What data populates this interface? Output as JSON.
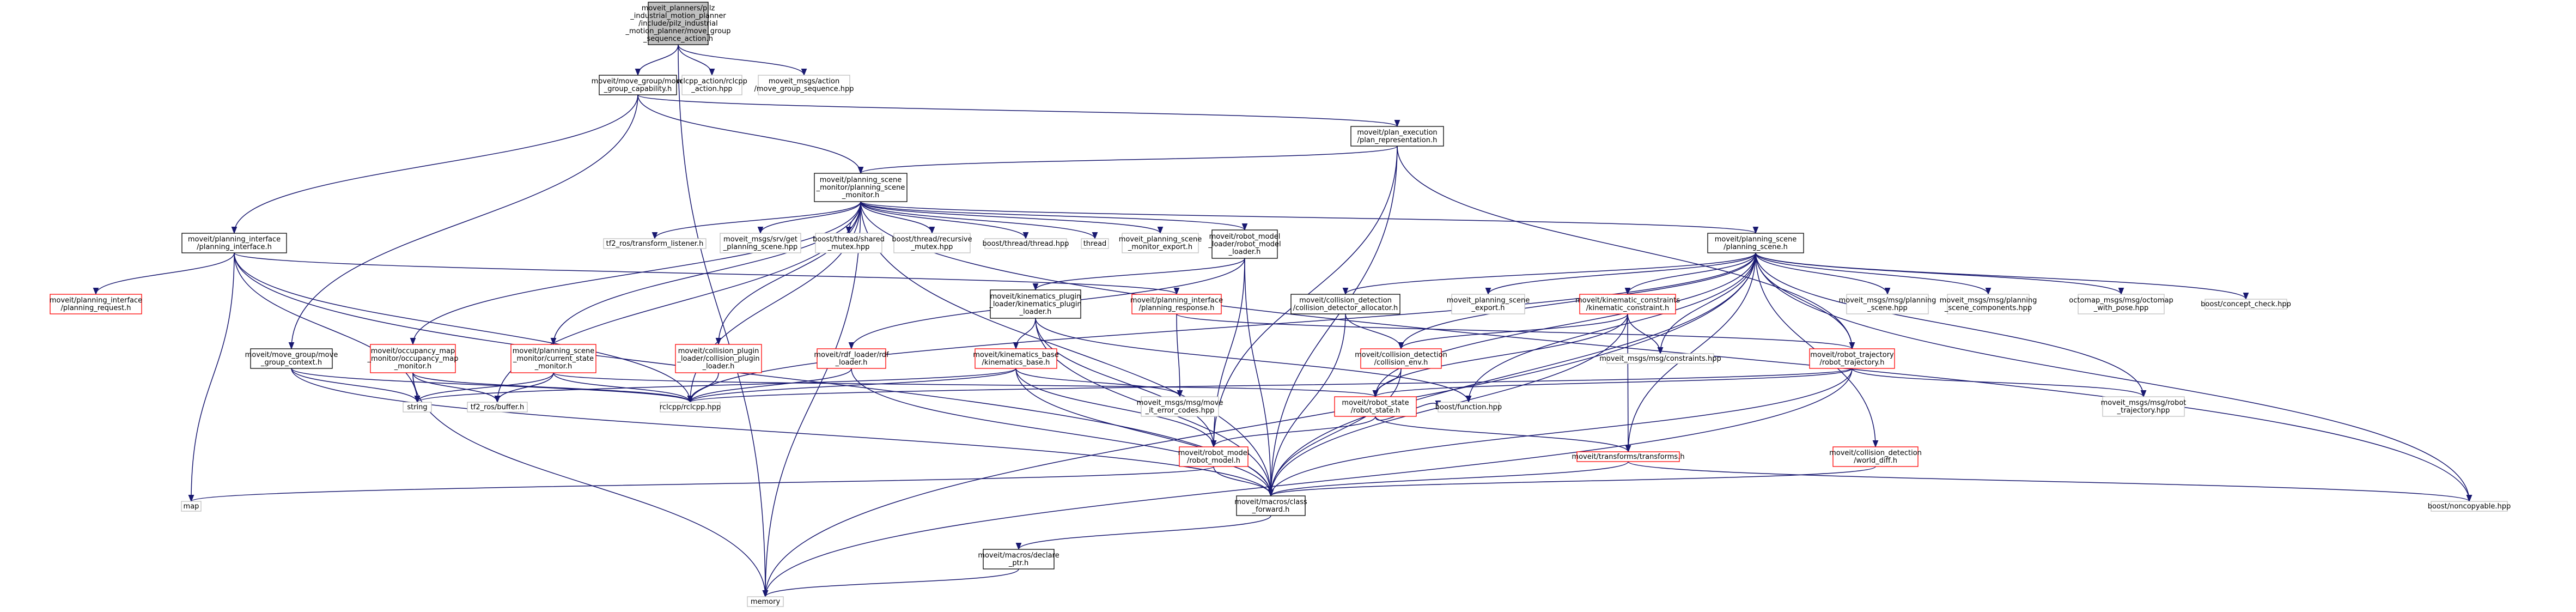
{
  "colors": {
    "edge": "#191970",
    "border_normal": "#000000",
    "border_missing": "#bfbfbf",
    "border_truncated": "#ff0000",
    "root_fill": "#bfbfbf",
    "fill": "#ffffff",
    "text": "#000000"
  },
  "nodes": [
    {
      "id": "root",
      "lines": [
        "moveit_planners/pilz",
        "_industrial_motion_planner",
        "/include/pilz_industrial",
        "_motion_planner/move_group",
        "_sequence_action.h"
      ],
      "style": "root"
    },
    {
      "id": "capability",
      "lines": [
        "moveit/move_group/move",
        "_group_capability.h"
      ],
      "style": "normal"
    },
    {
      "id": "rclcpp_action",
      "lines": [
        "rclcpp_action/rclcpp",
        "_action.hpp"
      ],
      "style": "missing"
    },
    {
      "id": "msgs_action",
      "lines": [
        "moveit_msgs/action",
        "/move_group_sequence.hpp"
      ],
      "style": "missing"
    },
    {
      "id": "plan_execution",
      "lines": [
        "moveit/plan_execution",
        "/plan_representation.h"
      ],
      "style": "normal"
    },
    {
      "id": "psm",
      "lines": [
        "moveit/planning_scene",
        "_monitor/planning_scene",
        "_monitor.h"
      ],
      "style": "normal"
    },
    {
      "id": "planning_interface",
      "lines": [
        "moveit/planning_interface",
        "/planning_interface.h"
      ],
      "style": "normal"
    },
    {
      "id": "tf2_listener",
      "lines": [
        "tf2_ros/transform_listener.h"
      ],
      "style": "missing"
    },
    {
      "id": "srv_get_ps",
      "lines": [
        "moveit_msgs/srv/get",
        "_planning_scene.hpp"
      ],
      "style": "missing"
    },
    {
      "id": "shared_mutex",
      "lines": [
        "boost/thread/shared",
        "_mutex.hpp"
      ],
      "style": "missing"
    },
    {
      "id": "recursive_mutex",
      "lines": [
        "boost/thread/recursive",
        "_mutex.hpp"
      ],
      "style": "missing"
    },
    {
      "id": "boost_thread",
      "lines": [
        "boost/thread/thread.hpp"
      ],
      "style": "missing"
    },
    {
      "id": "thread",
      "lines": [
        "thread"
      ],
      "style": "missing"
    },
    {
      "id": "psm_export",
      "lines": [
        "moveit_planning_scene",
        "_monitor_export.h"
      ],
      "style": "missing"
    },
    {
      "id": "rml_loader",
      "lines": [
        "moveit/robot_model",
        "_loader/robot_model",
        "_loader.h"
      ],
      "style": "normal"
    },
    {
      "id": "planning_scene",
      "lines": [
        "moveit/planning_scene",
        "/planning_scene.h"
      ],
      "style": "normal"
    },
    {
      "id": "planning_request",
      "lines": [
        "moveit/planning_interface",
        "/planning_request.h"
      ],
      "style": "truncated"
    },
    {
      "id": "move_group_context",
      "lines": [
        "moveit/move_group/move",
        "_group_context.h"
      ],
      "style": "normal"
    },
    {
      "id": "occupancy",
      "lines": [
        "moveit/occupancy_map",
        "_monitor/occupancy_map",
        "_monitor.h"
      ],
      "style": "truncated"
    },
    {
      "id": "current_state_monitor",
      "lines": [
        "moveit/planning_scene",
        "_monitor/current_state",
        "_monitor.h"
      ],
      "style": "truncated"
    },
    {
      "id": "collision_plugin_loader",
      "lines": [
        "moveit/collision_plugin",
        "_loader/collision_plugin",
        "_loader.h"
      ],
      "style": "truncated"
    },
    {
      "id": "rdf_loader",
      "lines": [
        "moveit/rdf_loader/rdf",
        "_loader.h"
      ],
      "style": "truncated"
    },
    {
      "id": "kin_plugin_loader",
      "lines": [
        "moveit/kinematics_plugin",
        "_loader/kinematics_plugin",
        "_loader.h"
      ],
      "style": "normal"
    },
    {
      "id": "planning_response",
      "lines": [
        "moveit/planning_interface",
        "/planning_response.h"
      ],
      "style": "truncated"
    },
    {
      "id": "cd_allocator",
      "lines": [
        "moveit/collision_detection",
        "/collision_detector_allocator.h"
      ],
      "style": "normal"
    },
    {
      "id": "ps_export",
      "lines": [
        "moveit_planning_scene",
        "_export.h"
      ],
      "style": "missing"
    },
    {
      "id": "kinematic_constraint",
      "lines": [
        "moveit/kinematic_constraints",
        "/kinematic_constraint.h"
      ],
      "style": "truncated"
    },
    {
      "id": "msg_planning_scene",
      "lines": [
        "moveit_msgs/msg/planning",
        "_scene.hpp"
      ],
      "style": "missing"
    },
    {
      "id": "msg_ps_components",
      "lines": [
        "moveit_msgs/msg/planning",
        "_scene_components.hpp"
      ],
      "style": "missing"
    },
    {
      "id": "octomap_msg",
      "lines": [
        "octomap_msgs/msg/octomap",
        "_with_pose.hpp"
      ],
      "style": "missing"
    },
    {
      "id": "concept_check",
      "lines": [
        "boost/concept_check.hpp"
      ],
      "style": "missing"
    },
    {
      "id": "kinematics_base",
      "lines": [
        "moveit/kinematics_base",
        "/kinematics_base.h"
      ],
      "style": "truncated"
    },
    {
      "id": "collision_env",
      "lines": [
        "moveit/collision_detection",
        "/collision_env.h"
      ],
      "style": "truncated"
    },
    {
      "id": "msg_constraints",
      "lines": [
        "moveit_msgs/msg/constraints.hpp"
      ],
      "style": "missing"
    },
    {
      "id": "robot_trajectory",
      "lines": [
        "moveit/robot_trajectory",
        "/robot_trajectory.h"
      ],
      "style": "truncated"
    },
    {
      "id": "string",
      "lines": [
        "string"
      ],
      "style": "missing"
    },
    {
      "id": "tf2_buffer",
      "lines": [
        "tf2_ros/buffer.h"
      ],
      "style": "missing"
    },
    {
      "id": "rclcpp",
      "lines": [
        "rclcpp/rclcpp.hpp"
      ],
      "style": "missing"
    },
    {
      "id": "error_codes",
      "lines": [
        "moveit_msgs/msg/move",
        "_it_error_codes.hpp"
      ],
      "style": "missing"
    },
    {
      "id": "robot_state",
      "lines": [
        "moveit/robot_state",
        "/robot_state.h"
      ],
      "style": "truncated"
    },
    {
      "id": "boost_function",
      "lines": [
        "boost/function.hpp"
      ],
      "style": "missing"
    },
    {
      "id": "msg_robot_trajectory",
      "lines": [
        "moveit_msgs/msg/robot",
        "_trajectory.hpp"
      ],
      "style": "missing"
    },
    {
      "id": "robot_model",
      "lines": [
        "moveit/robot_model",
        "/robot_model.h"
      ],
      "style": "truncated"
    },
    {
      "id": "transforms",
      "lines": [
        "moveit/transforms/transforms.h"
      ],
      "style": "truncated"
    },
    {
      "id": "world_diff",
      "lines": [
        "moveit/collision_detection",
        "/world_diff.h"
      ],
      "style": "truncated"
    },
    {
      "id": "map",
      "lines": [
        "map"
      ],
      "style": "missing"
    },
    {
      "id": "class_forward",
      "lines": [
        "moveit/macros/class",
        "_forward.h"
      ],
      "style": "normal"
    },
    {
      "id": "noncopyable",
      "lines": [
        "boost/noncopyable.hpp"
      ],
      "style": "missing"
    },
    {
      "id": "declare_ptr",
      "lines": [
        "moveit/macros/declare",
        "_ptr.h"
      ],
      "style": "normal"
    },
    {
      "id": "memory",
      "lines": [
        "memory"
      ],
      "style": "missing"
    }
  ]
}
